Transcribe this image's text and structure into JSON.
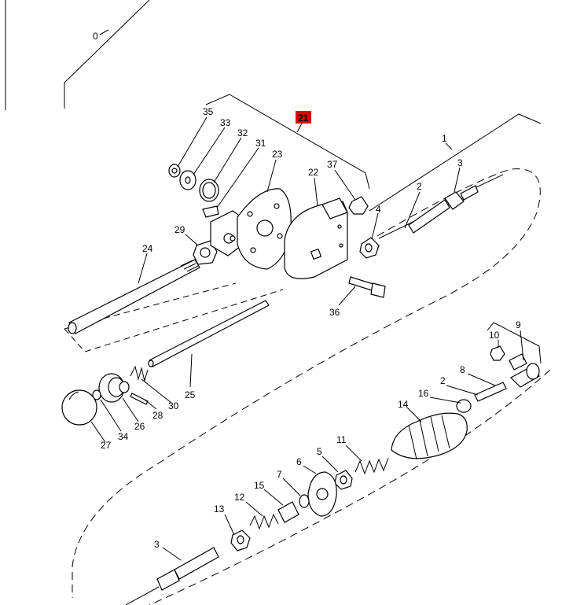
{
  "labels": {
    "p0": "0",
    "p1": "1",
    "p2a": "2",
    "p2b": "2",
    "p3a": "3",
    "p3b": "3",
    "p4": "4",
    "p5": "5",
    "p6": "6",
    "p7": "7",
    "p8": "8",
    "p9": "9",
    "p10": "10",
    "p11": "11",
    "p12": "12",
    "p13": "13",
    "p14": "14",
    "p15": "15",
    "p16": "16",
    "p21": "21",
    "p22": "22",
    "p23": "23",
    "p24": "24",
    "p25": "25",
    "p26": "26",
    "p27": "27",
    "p28": "28",
    "p29": "29",
    "p30": "30",
    "p31": "31",
    "p32": "32",
    "p33": "33",
    "p34": "34",
    "p35": "35",
    "p36": "36",
    "p37": "37"
  },
  "highlight_color": "#e00000"
}
